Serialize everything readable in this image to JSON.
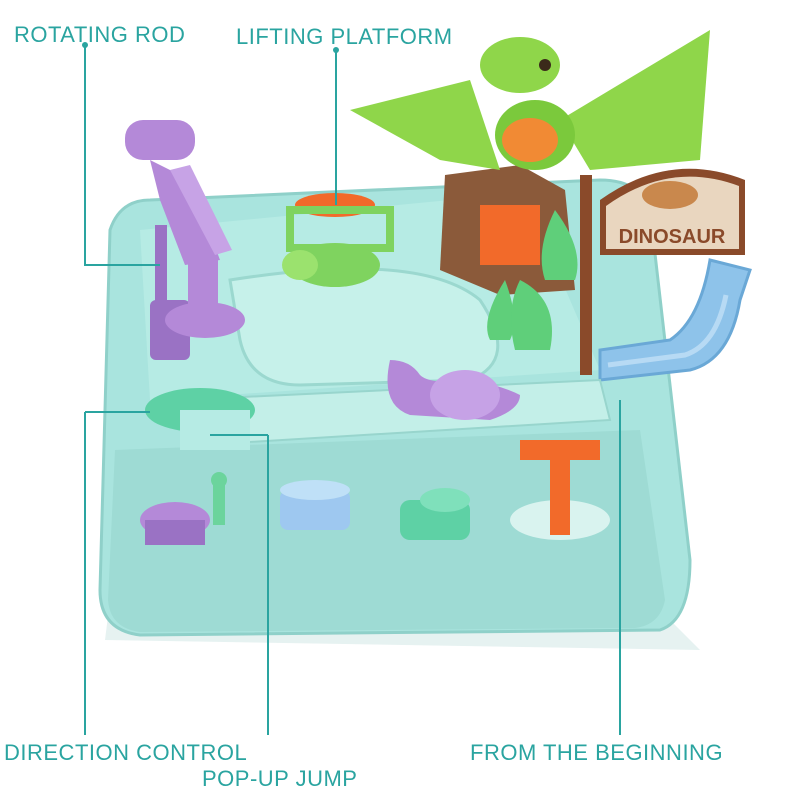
{
  "labels": {
    "rotating_rod": "ROTATING ROD",
    "lifting_platform": "LIFTING PLATFORM",
    "direction_control": "DIRECTION CONTROL",
    "pop_up_jump": "POP-UP JUMP",
    "from_the_beginning": "FROM THE BEGINNING"
  },
  "sign": {
    "text": "DINOSAUR"
  },
  "colors": {
    "label_text": "#2aa4a0",
    "leader_line": "#2aa4a0",
    "base_teal": "#a9e4de",
    "track_blue": "#8ec3ea",
    "purple_parts": "#b489d8",
    "green_dragon": "#8fd64a",
    "orange_parts": "#f26a2a",
    "sign_brown": "#8a4a2a"
  }
}
